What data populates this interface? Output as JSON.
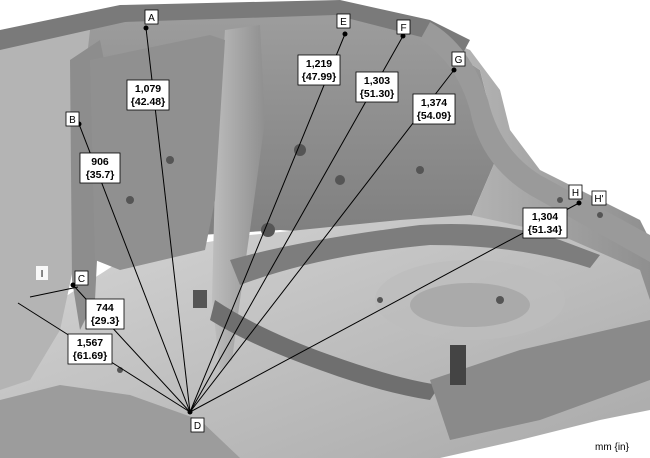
{
  "points": {
    "A": {
      "label": "A"
    },
    "B": {
      "label": "B"
    },
    "C": {
      "label": "C"
    },
    "D": {
      "label": "D"
    },
    "E": {
      "label": "E"
    },
    "F": {
      "label": "F"
    },
    "G": {
      "label": "G"
    },
    "H": {
      "label": "H"
    },
    "H2": {
      "label": "H'"
    },
    "I": {
      "label": "I"
    }
  },
  "dimensions": {
    "AD": {
      "mm": "1,079",
      "in": "{42.48}"
    },
    "BD": {
      "mm": "906",
      "in": "{35.7}"
    },
    "CD": {
      "mm": "744",
      "in": "{29.3}"
    },
    "ID": {
      "mm": "1,567",
      "in": "{61.69}"
    },
    "ED": {
      "mm": "1,219",
      "in": "{47.99}"
    },
    "FD": {
      "mm": "1,303",
      "in": "{51.30}"
    },
    "GD": {
      "mm": "1,374",
      "in": "{54.09}"
    },
    "HD": {
      "mm": "1,304",
      "in": "{51.34}"
    }
  },
  "units_note": "mm {in}",
  "colors": {
    "metal_light": "#c9c9c9",
    "metal_mid": "#a8a8a8",
    "metal_dark": "#6e6e6e",
    "line": "#000000",
    "label_bg": "#ffffff"
  }
}
